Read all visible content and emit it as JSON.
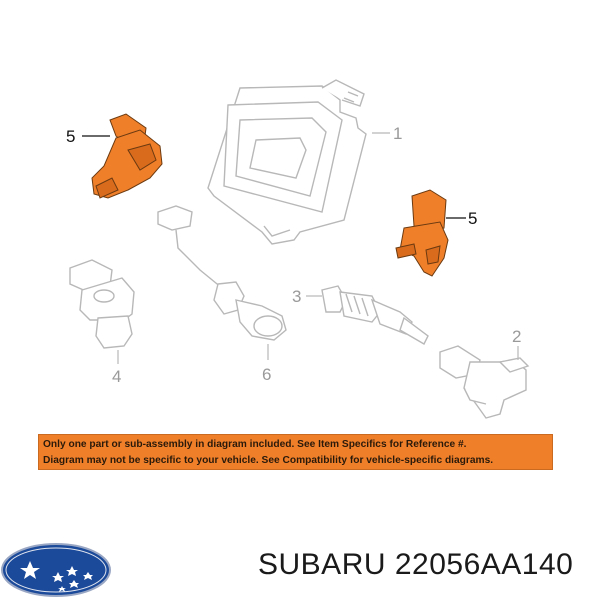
{
  "callouts": {
    "ecu": "1",
    "ignition_coil": "2",
    "temp_sensor": "3",
    "crank_sensor": "4",
    "cam_sensor_left": "5",
    "cam_sensor_right": "5",
    "knock_sensor": "6"
  },
  "notice": {
    "line1": "Only one part or sub-assembly in diagram included. See Item Specifics for Reference #.",
    "line2": "Diagram may not be specific to your vehicle. See Compatibility for vehicle-specific diagrams."
  },
  "brand": {
    "label": "SUBARU 22056AA140",
    "logo": "subaru-logo"
  },
  "colors": {
    "highlight": "#f07f2a",
    "outline": "#b8b8b8",
    "logo_blue": "#1b4a9a"
  }
}
